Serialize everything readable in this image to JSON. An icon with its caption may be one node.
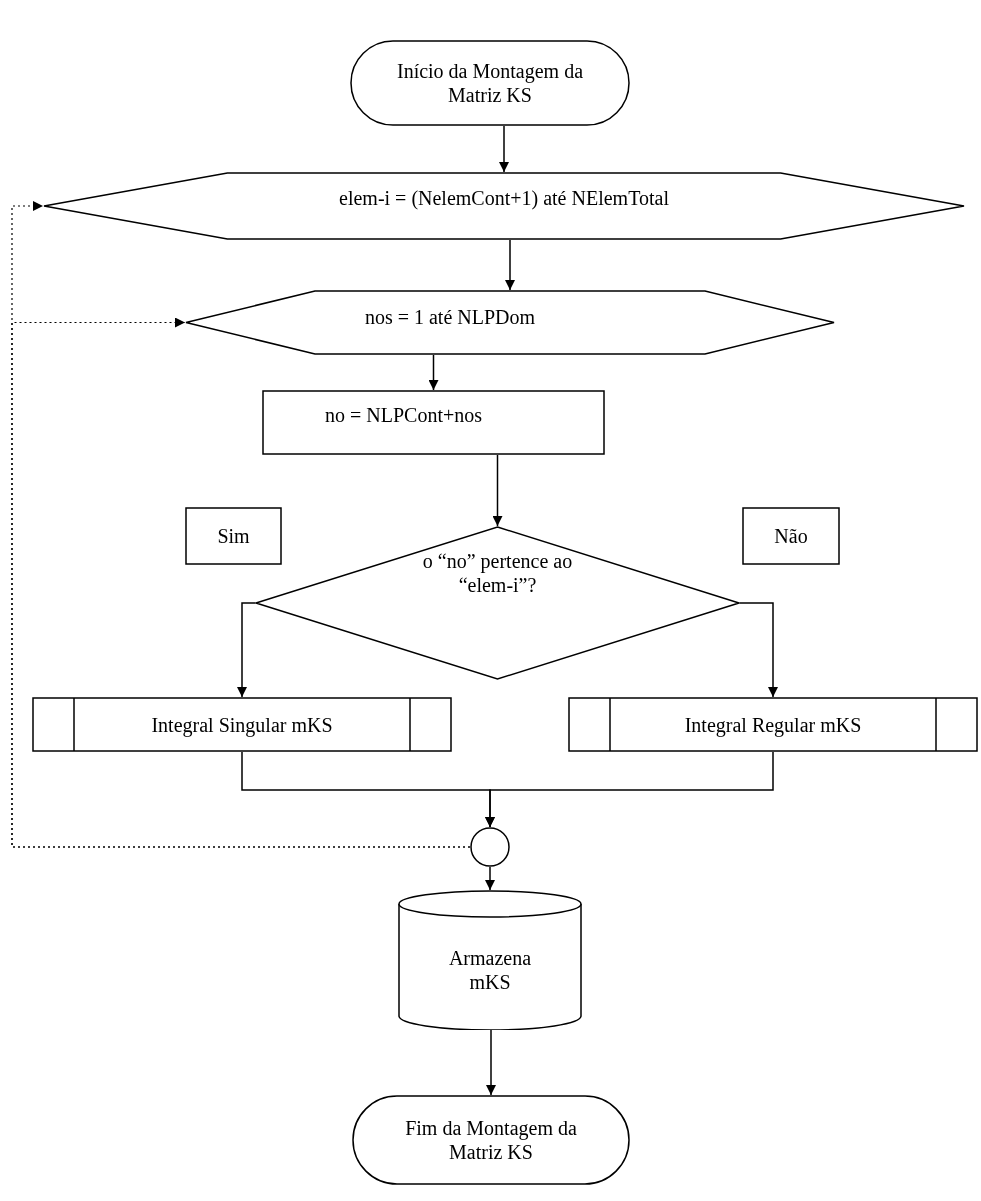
{
  "diagram": {
    "nodes": [
      {
        "text": [
          "Início da Montagem da Matriz KS"
        ]
      },
      {
        "text": [
          "elem-i = (NelemCont+1) até NElemTotal"
        ]
      },
      {
        "text": [
          "nos = 1 até NLPDom"
        ]
      },
      {
        "text": [
          "no = NLPCont+nos"
        ]
      },
      {
        "text": [
          "Sim"
        ]
      },
      {
        "text": [
          "Não"
        ]
      },
      {
        "text": [
          "o “no” pertence ao “elem-i”?"
        ]
      },
      {
        "text": [
          "Integral Singular mKS"
        ]
      },
      {
        "text": [
          "Integral Regular mKS"
        ]
      },
      {
        "text": [],
        "shape": "circle"
      },
      {
        "text": [
          "Armazena mKS"
        ]
      },
      {
        "text": [
          "Fim da Montagem da Matriz KS"
        ]
      }
    ],
    "edges": [
      {
        "from": 0,
        "to": 1,
        "arrow": "to"
      },
      {
        "from": 1,
        "to": 2,
        "arrow": "to"
      },
      {
        "from": 2,
        "to": 3,
        "arrow": "to"
      },
      {
        "from": 3,
        "to": 6,
        "arrow": "to"
      },
      {
        "from": 6,
        "to": 7,
        "arrow": "to"
      },
      {
        "from": 6,
        "to": 8,
        "arrow": "to"
      },
      {
        "from": 7,
        "to": 9,
        "arrow": "to"
      },
      {
        "from": 8,
        "to": 9,
        "arrow": "to"
      },
      {
        "from": 9,
        "to": 1,
        "arrow": "to",
        "style": "dashed"
      },
      {
        "from": 9,
        "to": 2,
        "arrow": "to",
        "style": "dashed"
      },
      {
        "from": 9,
        "to": 10,
        "arrow": "to"
      },
      {
        "from": 10,
        "to": 11,
        "arrow": "to"
      }
    ]
  }
}
